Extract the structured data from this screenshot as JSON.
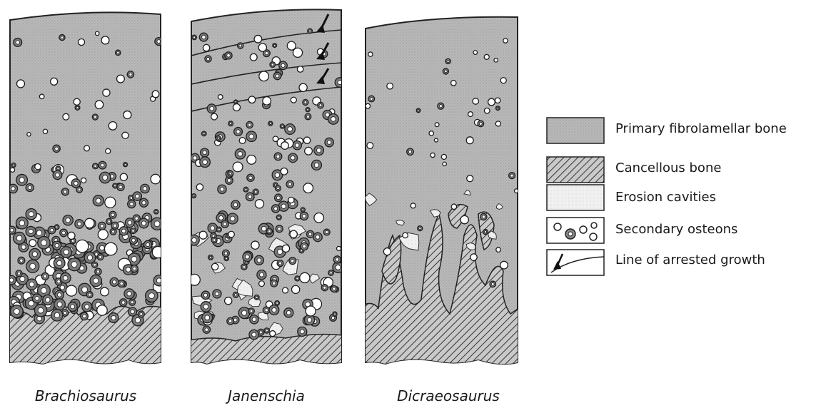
{
  "specimens": [
    {
      "name": "Brachiosaurus"
    },
    {
      "name": "Janenschia"
    },
    {
      "name": "Dicraeosaurus"
    }
  ],
  "legend": {
    "items": [
      {
        "key": "primary",
        "label": "Primary fibrolamellar bone"
      },
      {
        "key": "cancellous",
        "label": "Cancellous bone"
      },
      {
        "key": "erosion",
        "label": "Erosion cavities"
      },
      {
        "key": "osteons",
        "label": "Secondary osteons"
      },
      {
        "key": "lag",
        "label": "Line of arrested growth"
      }
    ]
  },
  "colors": {
    "primary_bone": "#b7b7b7",
    "cancellous_hatch": "#3a3a3a",
    "erosion_cavity": "#ececec",
    "outline": "#222222"
  }
}
